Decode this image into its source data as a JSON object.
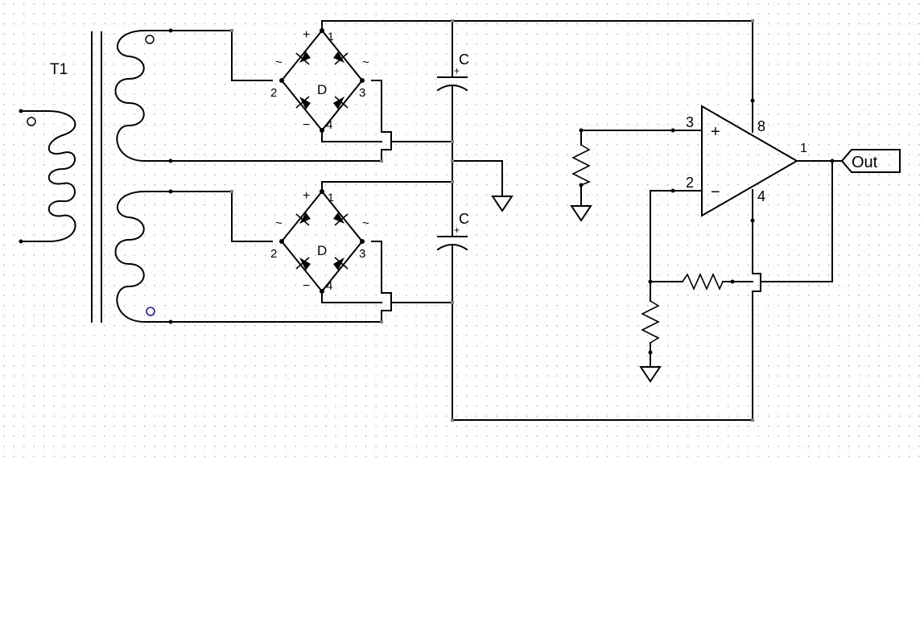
{
  "transformer": {
    "label": "T1"
  },
  "bridges": [
    {
      "label": "D",
      "pin1": "1",
      "pin2": "2",
      "pin3": "3",
      "pin4": "4",
      "plus": "+",
      "minus": "−",
      "ac": "~"
    },
    {
      "label": "D",
      "pin1": "1",
      "pin2": "2",
      "pin3": "3",
      "pin4": "4",
      "plus": "+",
      "minus": "−",
      "ac": "~"
    }
  ],
  "capacitors": [
    {
      "label": "C",
      "polarity": "+"
    },
    {
      "label": "C",
      "polarity": "+"
    }
  ],
  "opamp": {
    "pin3": "3",
    "pin2": "2",
    "pin8": "8",
    "pin4": "4",
    "pin1": "1",
    "plus": "+",
    "minus": "−"
  },
  "output_port": {
    "label": "Out"
  },
  "colors": {
    "wire": "#000000",
    "grid": "#a0a0a0",
    "marker_blue": "#1a1aa6"
  }
}
